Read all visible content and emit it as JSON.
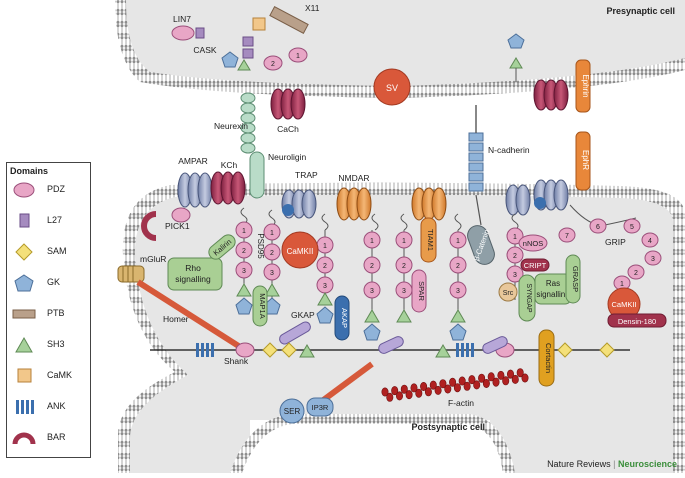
{
  "regions": {
    "presynaptic": "Presynaptic cell",
    "postsynaptic": "Postsynaptic cell"
  },
  "legend": {
    "title": "Domains",
    "items": [
      {
        "label": "PDZ",
        "icon": "pdz-ellipse-icon"
      },
      {
        "label": "L27",
        "icon": "l27-rect-icon"
      },
      {
        "label": "SAM",
        "icon": "sam-diamond-icon"
      },
      {
        "label": "GK",
        "icon": "gk-pentagon-icon"
      },
      {
        "label": "PTB",
        "icon": "ptb-bar-icon"
      },
      {
        "label": "SH3",
        "icon": "sh3-triangle-icon"
      },
      {
        "label": "CaMK",
        "icon": "camk-square-icon"
      },
      {
        "label": "ANK",
        "icon": "ank-stripes-icon"
      },
      {
        "label": "BAR",
        "icon": "bar-arc-icon"
      }
    ]
  },
  "labels": {
    "lin7": "LIN7",
    "cask": "CASK",
    "x11": "X11",
    "sv": "SV",
    "cach": "CaCh",
    "neurexin": "Neurexin",
    "neuroligin": "Neuroligin",
    "ampar": "AMPAR",
    "kch": "KCh",
    "trap": "TRAP",
    "nmdar": "NMDAR",
    "ncadherin": "N-cadherin",
    "ephrin": "Ephrin",
    "ephr": "EphR",
    "pick1": "PICK1",
    "mglur": "mGluR",
    "kalirin": "Kalirin",
    "rho": "Rho\nsignalling",
    "psd95": "PSD95",
    "camkii_a": "CaMKII",
    "map1a": "MAP1A",
    "gkap": "GKAP",
    "akap": "AKAP",
    "tiam1": "TIAM1",
    "spar": "SPAR",
    "catenin": "β-Catenin",
    "nnos": "nNOS",
    "cript": "CRIPT",
    "src": "Src",
    "syngap": "SYNGAP",
    "ras": "Ras\nsignalling",
    "grasp": "GRASP",
    "grip": "GRIP",
    "camkii_b": "CaMKII",
    "densin": "Densin-180",
    "homer": "Homer",
    "shank": "Shank",
    "cortactin": "Cortactin",
    "ser": "SER",
    "ip3r": "IP3R",
    "factin": "F-actin",
    "pdz_nums": [
      "1",
      "2",
      "3"
    ],
    "grip_nums": [
      "1",
      "2",
      "3",
      "4",
      "5",
      "6",
      "7"
    ]
  },
  "footer": {
    "journal": "Nature Reviews",
    "sep": "|",
    "section": "Neuroscience"
  },
  "colors": {
    "cell": "#e8e8e8",
    "membrane": "#9a9a9a",
    "pdz": "#e8a6c6",
    "pdz_stroke": "#9b4f7a",
    "gk": "#8fb3d9",
    "sh3": "#a6d19a",
    "channel": "#9aa5c4",
    "cach": "#a8355a",
    "ephrin": "#e8873a",
    "camkii": "#d9583a",
    "green_box": "#a9cf94",
    "akap": "#3b6fae",
    "tiam": "#e89b4a",
    "cortactin": "#e0a020",
    "factin": "#b02020",
    "homer": "#d6593a"
  }
}
